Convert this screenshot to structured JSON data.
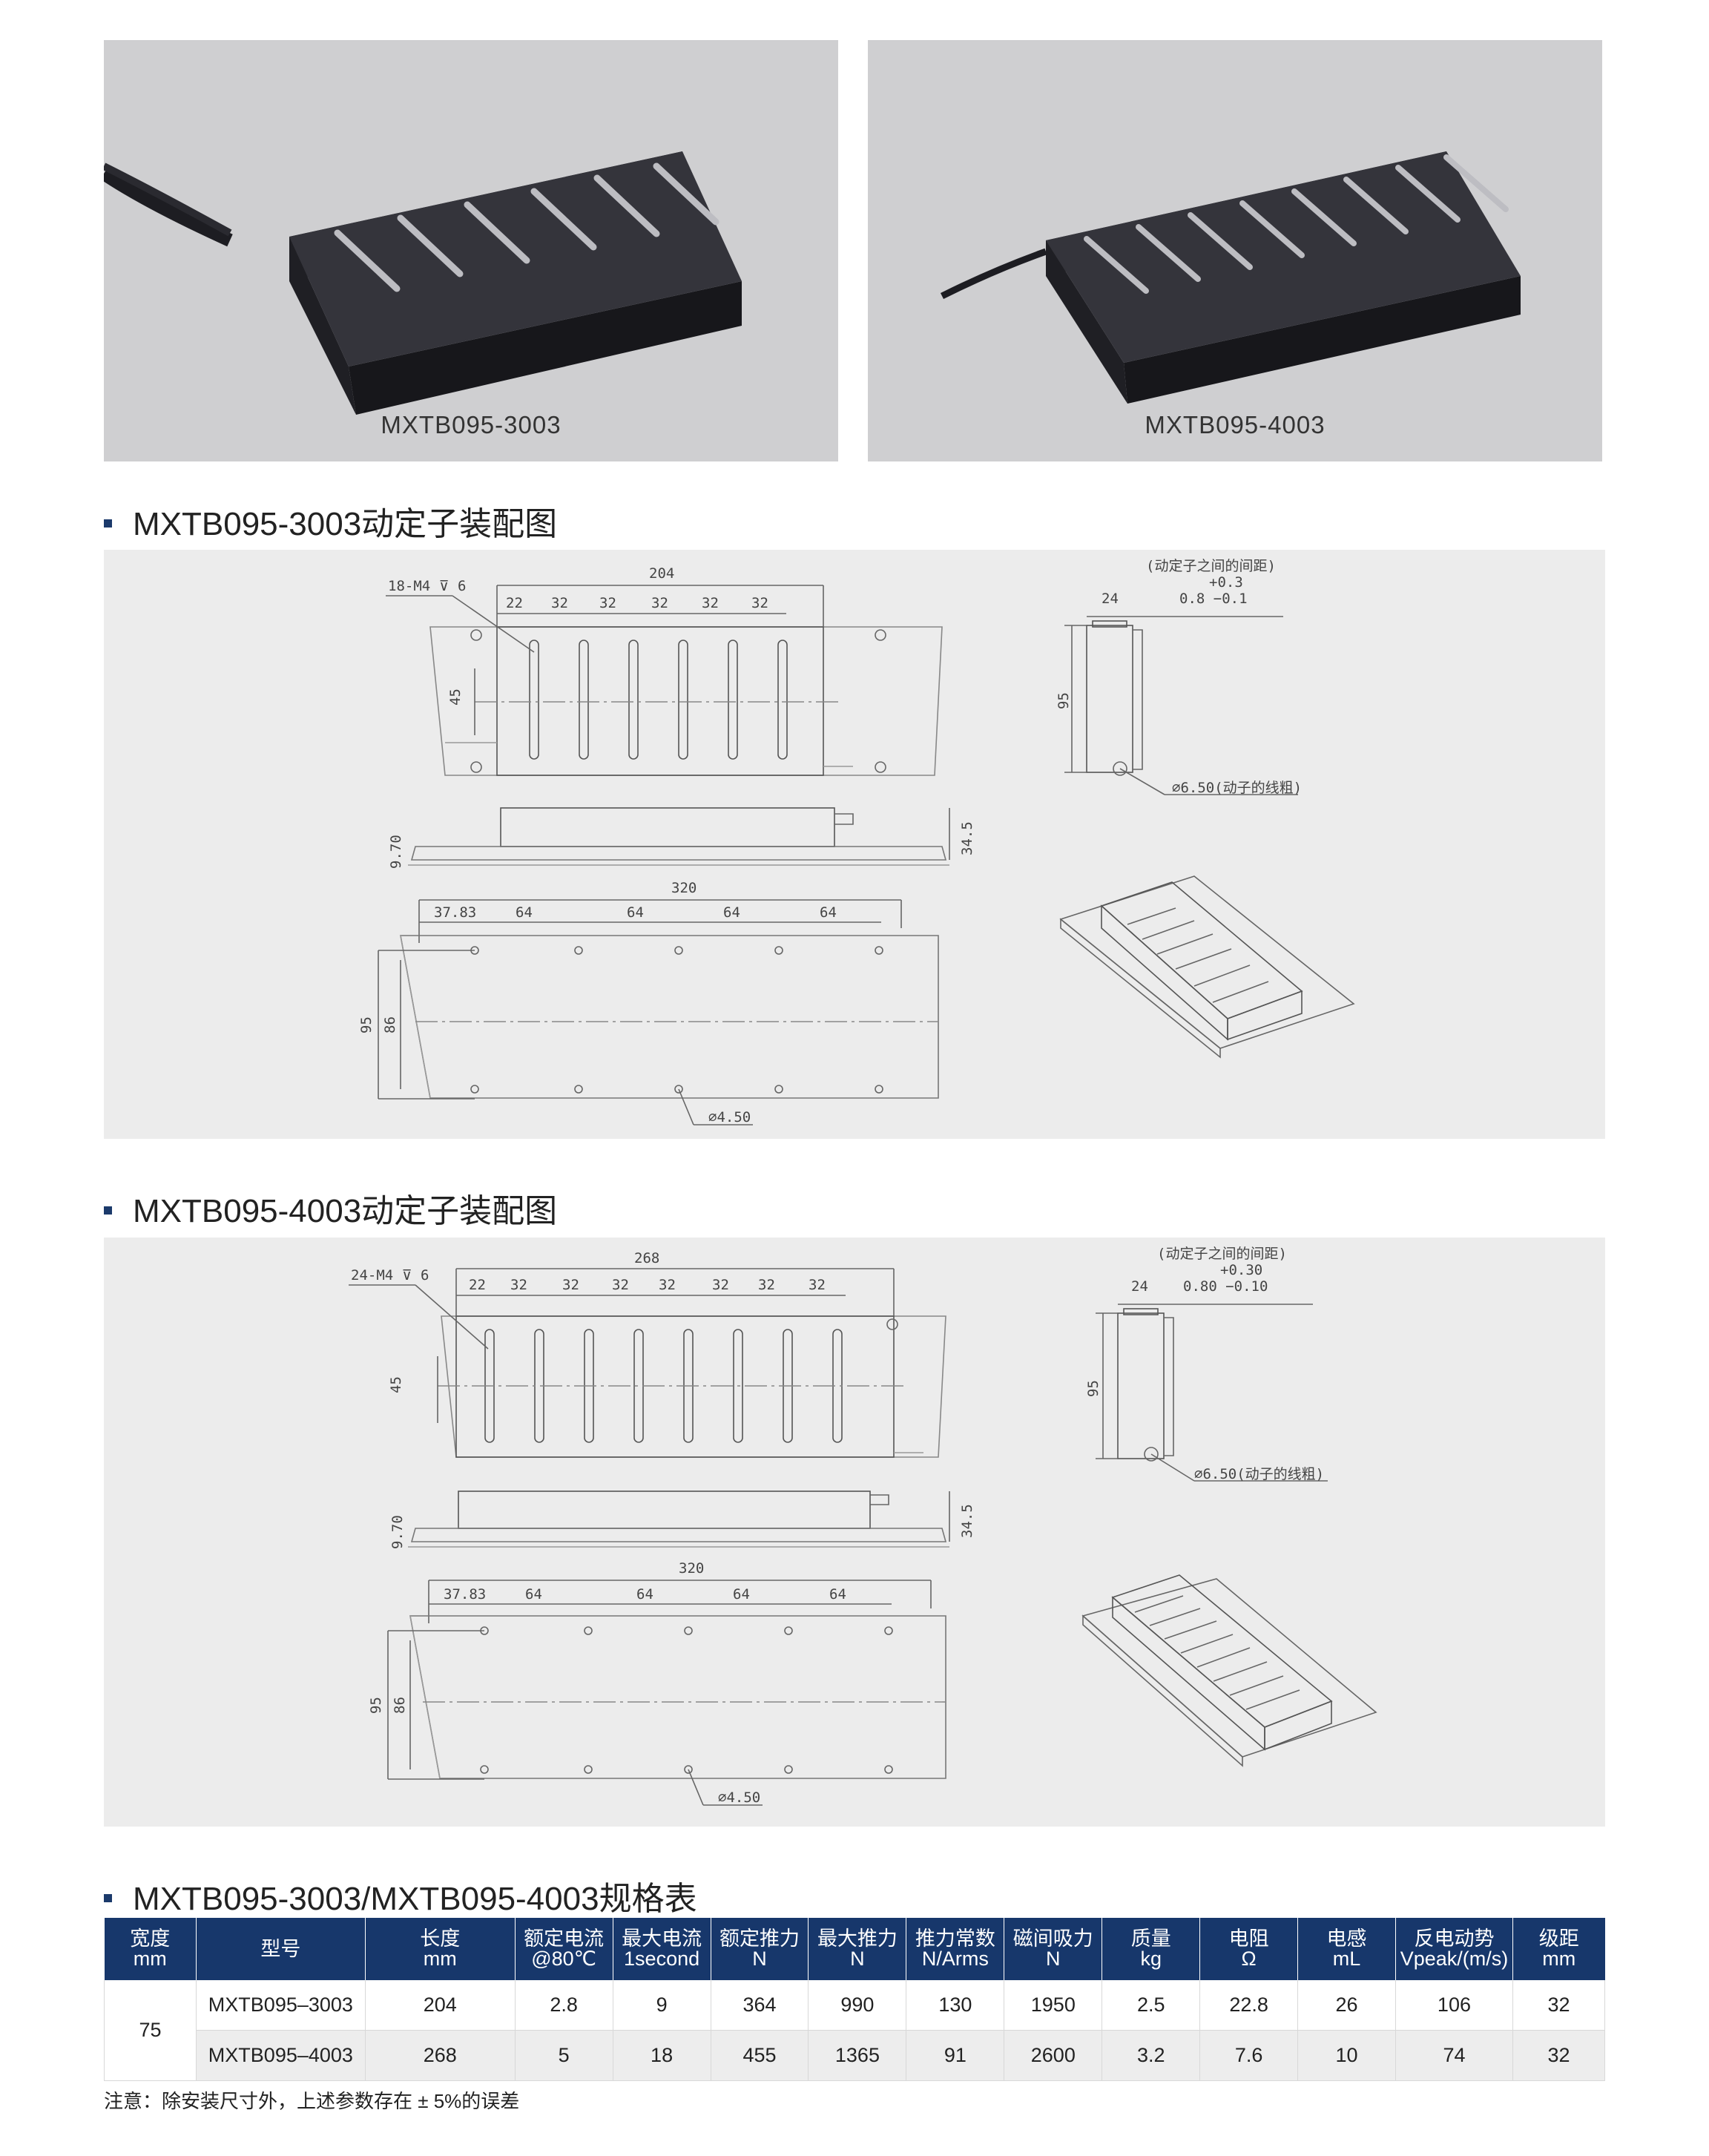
{
  "photos": [
    {
      "caption": "MXTB095-3003"
    },
    {
      "caption": "MXTB095-4003"
    }
  ],
  "sections": {
    "assembly_3003": "MXTB095-3003动定子装配图",
    "assembly_4003": "MXTB095-4003动定子装配图",
    "spec_table": "MXTB095-3003/MXTB095-4003规格表"
  },
  "drawing_3003": {
    "overall_length": "204",
    "holes": "18-M4 ⊽ 6",
    "spacing": [
      "22",
      "32",
      "32",
      "32",
      "32",
      "32"
    ],
    "dim_45": "45",
    "gap_title": "(动定子之间的间距)",
    "gap_tol_upper": "+0.3",
    "gap_value": "0.8  −0.1",
    "side_width": "24",
    "side_height": "95",
    "cable": "∅6.50(动子的线粗)",
    "h_970": "9.70",
    "h_345": "34.5",
    "stator_length": "320",
    "stator_first": "37.83",
    "stator_pitch": [
      "64",
      "64",
      "64",
      "64"
    ],
    "stator_95": "95",
    "stator_86": "86",
    "stator_hole": "∅4.50"
  },
  "drawing_4003": {
    "overall_length": "268",
    "holes": "24-M4 ⊽ 6",
    "spacing": [
      "22",
      "32",
      "32",
      "32",
      "32",
      "32",
      "32",
      "32"
    ],
    "dim_45": "45",
    "gap_title": "(动定子之间的间距)",
    "gap_tol_upper": "+0.30",
    "gap_value": "0.80  −0.10",
    "side_width": "24",
    "side_height": "95",
    "cable": "∅6.50(动子的线粗)",
    "h_970": "9.70",
    "h_345": "34.5",
    "stator_length": "320",
    "stator_first": "37.83",
    "stator_pitch": [
      "64",
      "64",
      "64",
      "64"
    ],
    "stator_95": "95",
    "stator_86": "86",
    "stator_hole": "∅4.50"
  },
  "table": {
    "headers": [
      {
        "l1": "宽度",
        "l2": "mm"
      },
      {
        "l1": "型号",
        "l2": ""
      },
      {
        "l1": "长度",
        "l2": "mm"
      },
      {
        "l1": "额定电流",
        "l2": "@80℃"
      },
      {
        "l1": "最大电流",
        "l2": "1second"
      },
      {
        "l1": "额定推力",
        "l2": "N"
      },
      {
        "l1": "最大推力",
        "l2": "N"
      },
      {
        "l1": "推力常数",
        "l2": "N/Arms"
      },
      {
        "l1": "磁间吸力",
        "l2": "N"
      },
      {
        "l1": "质量",
        "l2": "kg"
      },
      {
        "l1": "电阻",
        "l2": "Ω"
      },
      {
        "l1": "电感",
        "l2": "mL"
      },
      {
        "l1": "反电动势",
        "l2": "Vpeak/(m/s)"
      },
      {
        "l1": "级距",
        "l2": "mm"
      }
    ],
    "width_value": "75",
    "rows": [
      [
        "MXTB095–3003",
        "204",
        "2.8",
        "9",
        "364",
        "990",
        "130",
        "1950",
        "2.5",
        "22.8",
        "26",
        "106",
        "32"
      ],
      [
        "MXTB095–4003",
        "268",
        "5",
        "18",
        "455",
        "1365",
        "91",
        "2600",
        "3.2",
        "7.6",
        "10",
        "74",
        "32"
      ]
    ]
  },
  "note": "注意：除安装尺寸外，上述参数存在 ± 5%的误差"
}
